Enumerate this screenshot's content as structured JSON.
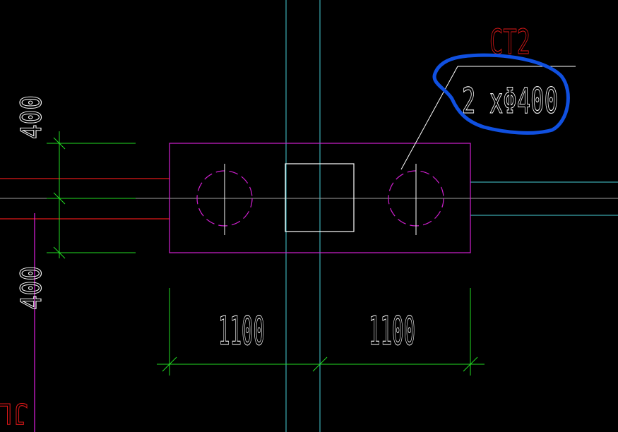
{
  "drawing": {
    "background": "#000000",
    "colors": {
      "axis": "#48d1d8",
      "cap_outline": "#d020d0",
      "dimension": "#22dd22",
      "beam": "#e01818",
      "text": "#ffffff",
      "leader": "#ffffff",
      "highlight": "#1050e0",
      "tag": "#e01818",
      "column_line": "#e020e0"
    },
    "label_tag": "CT2",
    "label_spec": "2 xΦ400",
    "dim_left": "1100",
    "dim_right": "1100",
    "dim_vertical_top": "400",
    "dim_vertical_bottom": "400",
    "edge_label": "JL",
    "icons": {
      "pile_left": "dashed-circle-icon",
      "pile_right": "dashed-circle-icon",
      "tick": "slash-tick-icon"
    }
  }
}
